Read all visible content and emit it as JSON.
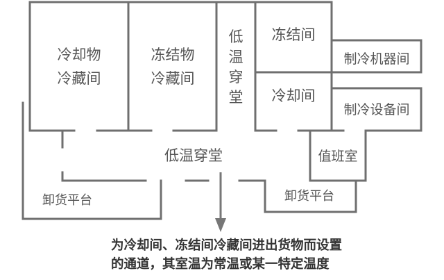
{
  "rooms": {
    "chill_store": {
      "line1": "冷却物",
      "line2": "冷藏间"
    },
    "frozen_store": {
      "line1": "冻结物",
      "line2": "冷藏间"
    },
    "low_temp_corridor_vertical": [
      "低",
      "温",
      "穿",
      "堂"
    ],
    "freezing_room": "冻结间",
    "chilling_room": "冷却间",
    "machine_room": "制冷机器间",
    "equipment_room": "制冷设备间",
    "low_temp_corridor": "低温穿堂",
    "duty_room": "值班室",
    "unloading_platform_left": "卸货平台",
    "unloading_platform_right": "卸货平台"
  },
  "note": {
    "line1": "为冷却间、冻结间冷藏间进出货物而设置",
    "line2": "的通道，其室温为常温或某一特定温度"
  },
  "colors": {
    "wall": "#6f6f6f",
    "label": "#555555",
    "note": "#333333"
  }
}
